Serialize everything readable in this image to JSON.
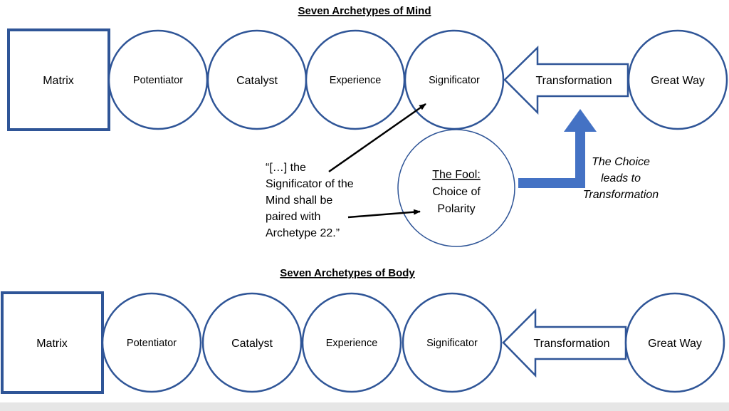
{
  "colors": {
    "outline": "#2f5597",
    "fool_outline": "#2f5597",
    "choice_arrow_fill": "#4472c4",
    "annotation_arrow": "#000000",
    "background": "#ffffff",
    "footer_band": "#e6e6e6"
  },
  "mind": {
    "title": "Seven Archetypes of Mind",
    "matrix": "Matrix",
    "potentiator": "Potentiator",
    "catalyst": "Catalyst",
    "experience": "Experience",
    "significator": "Significator",
    "transformation": "Transformation",
    "great_way": "Great Way"
  },
  "fool": {
    "heading": "The Fool:",
    "line2": "Choice of",
    "line3": "Polarity"
  },
  "quote": {
    "lines": [
      "“[…] the",
      "Significator of the",
      "Mind shall be",
      "paired with",
      "Archetype 22.”"
    ]
  },
  "choice_caption": {
    "lines": [
      "The Choice",
      "leads to",
      "Transformation"
    ]
  },
  "body": {
    "title": "Seven Archetypes of Body",
    "matrix": "Matrix",
    "potentiator": "Potentiator",
    "catalyst": "Catalyst",
    "experience": "Experience",
    "significator": "Significator",
    "transformation": "Transformation",
    "great_way": "Great Way"
  }
}
